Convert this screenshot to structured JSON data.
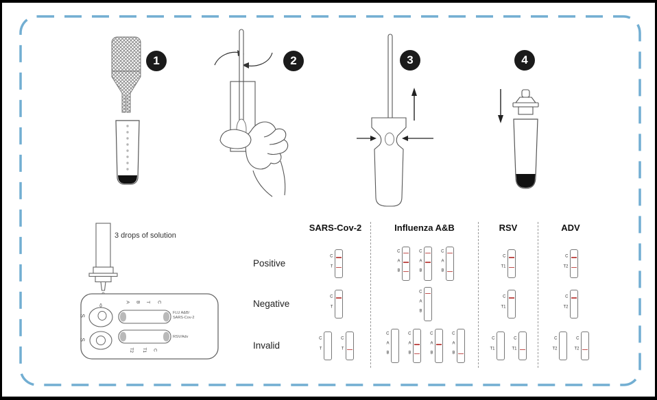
{
  "page": {
    "frame_color": "#000000",
    "dash_border_color": "#72aed2"
  },
  "steps": [
    {
      "number": "1"
    },
    {
      "number": "2"
    },
    {
      "number": "3"
    },
    {
      "number": "4"
    }
  ],
  "sample_prep": {
    "drops_label": "3 drops of solution",
    "cassette": {
      "well_label_1": "S",
      "well_label_2": "S",
      "top_markers": [
        "A",
        "B",
        "T",
        "C"
      ],
      "bottom_markers": [
        "T2",
        "T1",
        "C"
      ],
      "top_window_label_line1": "FLU A&B/",
      "top_window_label_line2": "SARS-Cov-2",
      "bottom_window_label": "RSV/Adv"
    }
  },
  "results": {
    "row_labels": [
      "Positive",
      "Negative",
      "Invalid"
    ],
    "line_color": "#c0504d",
    "columns": [
      {
        "header": "SARS-Cov-2",
        "labels": [
          "C",
          "T"
        ],
        "width": 102,
        "rows": {
          "Positive": [
            [
              "C",
              "T"
            ]
          ],
          "Negative": [
            [
              "C"
            ]
          ],
          "Invalid": [
            [],
            [
              "T"
            ]
          ]
        }
      },
      {
        "header": "Influenza A&B",
        "labels": [
          "C",
          "A",
          "B"
        ],
        "width": 156,
        "rows": {
          "Positive": [
            [
              "C",
              "A",
              "B"
            ],
            [
              "C",
              "A"
            ],
            [
              "C",
              "B"
            ]
          ],
          "Negative": [
            [
              "C"
            ]
          ],
          "Invalid": [
            [],
            [
              "A",
              "B"
            ],
            [
              "A"
            ],
            [
              "B"
            ]
          ]
        }
      },
      {
        "header": "RSV",
        "labels": [
          "C",
          "T1"
        ],
        "width": 86,
        "rows": {
          "Positive": [
            [
              "C",
              "T1"
            ]
          ],
          "Negative": [
            [
              "C"
            ]
          ],
          "Invalid": [
            [],
            [
              "T1"
            ]
          ]
        }
      },
      {
        "header": "ADV",
        "labels": [
          "C",
          "T2"
        ],
        "width": 94,
        "rows": {
          "Positive": [
            [
              "C",
              "T2"
            ]
          ],
          "Negative": [
            [
              "C"
            ]
          ],
          "Invalid": [
            [],
            [
              "T2"
            ]
          ]
        }
      }
    ]
  }
}
